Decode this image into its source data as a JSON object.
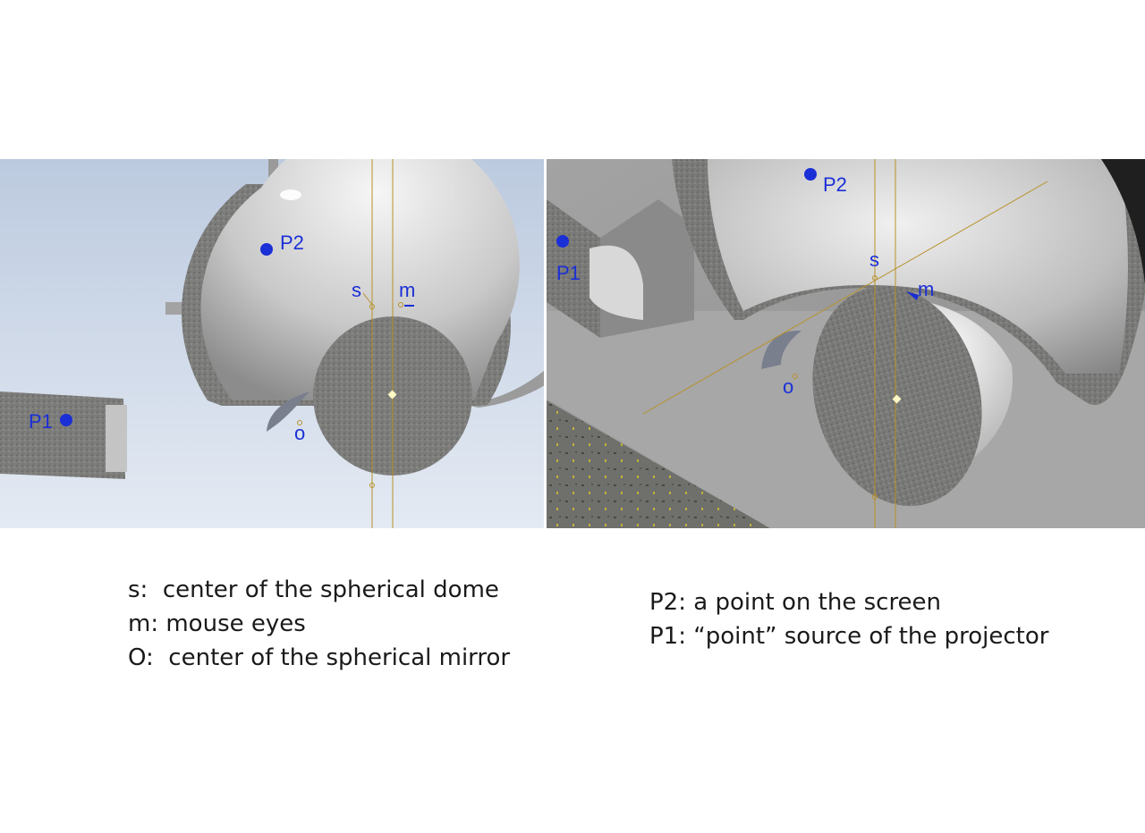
{
  "left_view": {
    "labels": {
      "p2": "P2",
      "s": "s",
      "m": "m",
      "p1": "P1",
      "o": "o"
    }
  },
  "right_view": {
    "labels": {
      "p2": "P2",
      "p1": "P1",
      "s": "s",
      "m": "m",
      "o": "o"
    }
  },
  "legend_left": [
    "s:  center of the spherical dome",
    "m: mouse eyes",
    "O:  center of the spherical mirror"
  ],
  "legend_right": [
    "P2: a point on the screen",
    "P1: “point” source of the projector"
  ],
  "colors": {
    "marker": "#1a2fd6",
    "axis_line": "#b8912a",
    "background_left": "#c9d4e6"
  }
}
